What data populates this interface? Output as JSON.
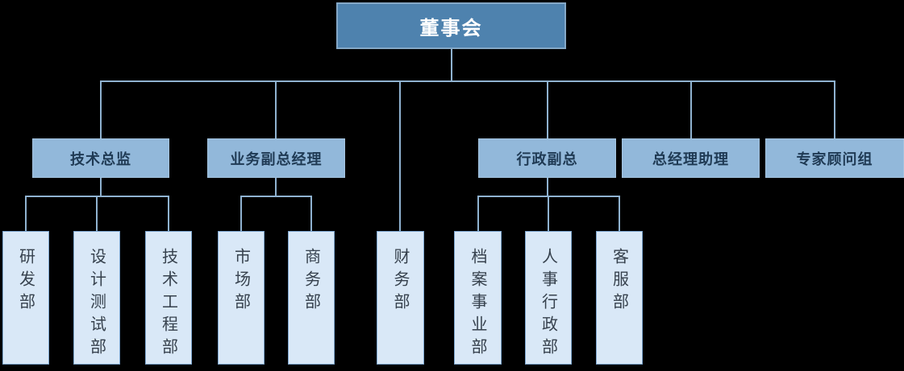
{
  "diagram": {
    "type": "org-chart",
    "background": "#000000",
    "colors": {
      "level1_fill": "#4e82ae",
      "level1_border": "#84a8c7",
      "level1_text": "#ffffff",
      "level2_fill": "#92b8da",
      "level2_text": "#1f3a54",
      "level3_fill": "#d9e8f7",
      "level3_border": "#7da6cf",
      "level3_text": "#36414d",
      "connector": "#8fb2d0"
    },
    "nodes": {
      "root": {
        "label": "董事会"
      },
      "level2": [
        {
          "label": "技术总监",
          "parent": "董事会"
        },
        {
          "label": "业务副总经理",
          "parent": "董事会"
        },
        {
          "label": "行政副总",
          "parent": "董事会"
        },
        {
          "label": "总经理助理",
          "parent": "董事会"
        },
        {
          "label": "专家顾问组",
          "parent": "董事会"
        }
      ],
      "level3": [
        {
          "label": "研发部",
          "parent": "技术总监"
        },
        {
          "label": "设计测试部",
          "parent": "技术总监"
        },
        {
          "label": "技术工程部",
          "parent": "技术总监"
        },
        {
          "label": "市场部",
          "parent": "业务副总经理"
        },
        {
          "label": "商务部",
          "parent": "业务副总经理"
        },
        {
          "label": "财务部",
          "parent": "董事会"
        },
        {
          "label": "档案事业部",
          "parent": "行政副总"
        },
        {
          "label": "人事行政部",
          "parent": "行政副总"
        },
        {
          "label": "客服部",
          "parent": "行政副总"
        }
      ]
    }
  }
}
